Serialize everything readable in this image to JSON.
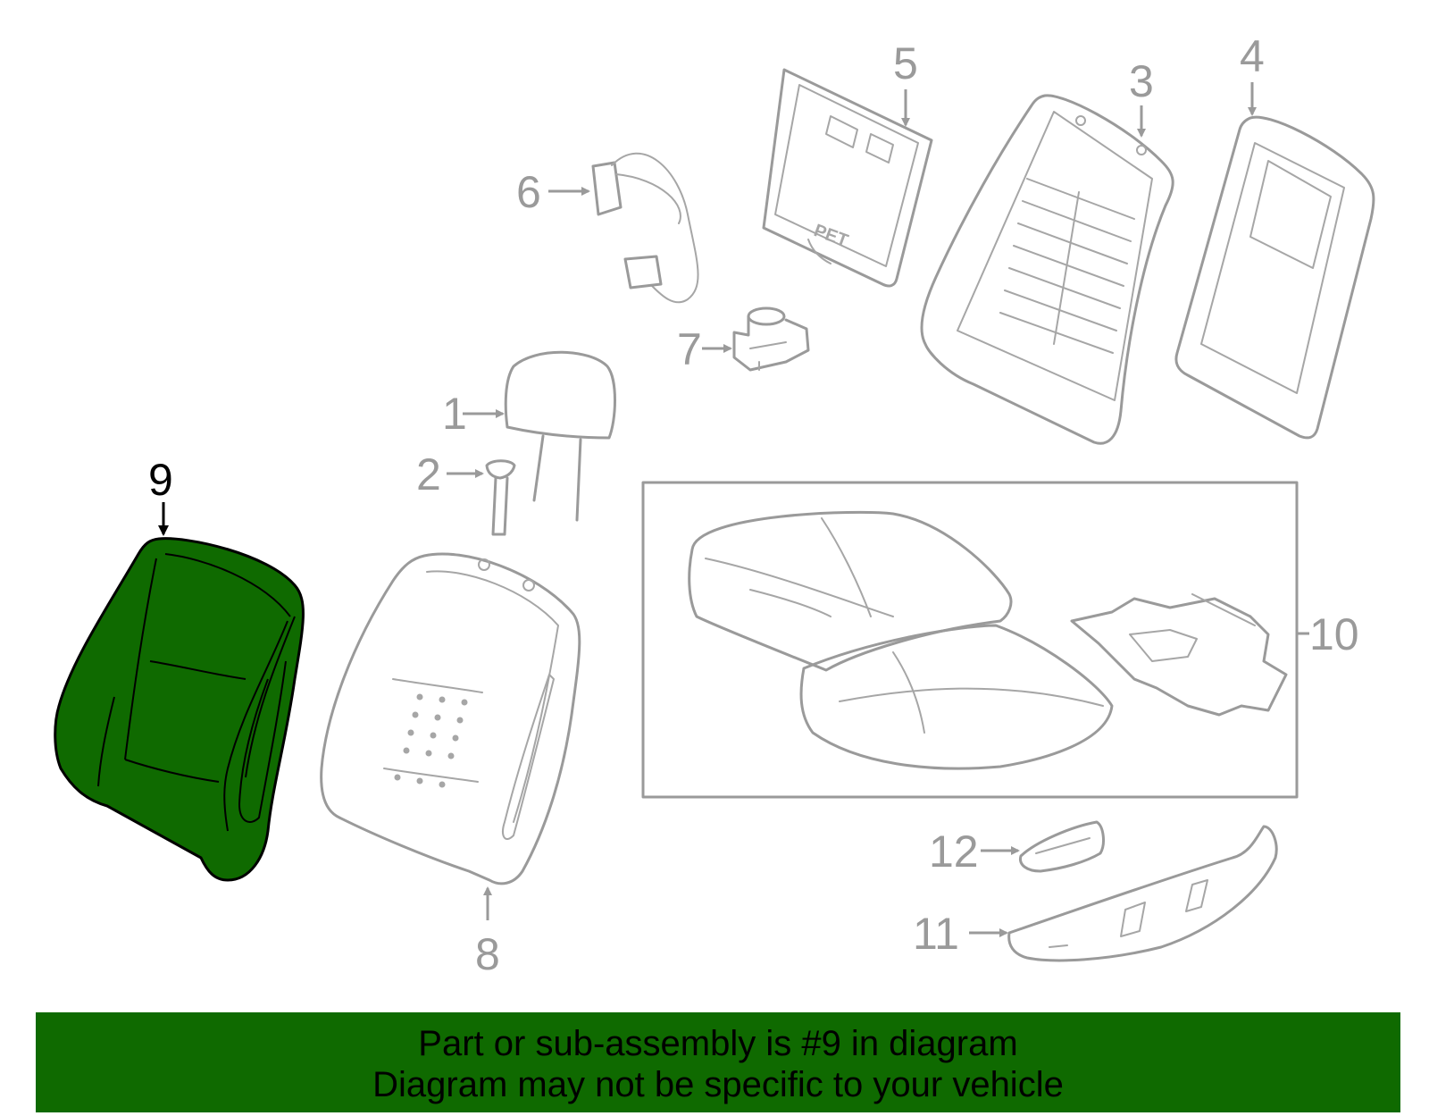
{
  "diagram": {
    "callouts": [
      {
        "id": "1",
        "label": "1"
      },
      {
        "id": "2",
        "label": "2"
      },
      {
        "id": "3",
        "label": "3"
      },
      {
        "id": "4",
        "label": "4"
      },
      {
        "id": "5",
        "label": "5"
      },
      {
        "id": "6",
        "label": "6"
      },
      {
        "id": "7",
        "label": "7"
      },
      {
        "id": "8",
        "label": "8"
      },
      {
        "id": "9",
        "label": "9"
      },
      {
        "id": "10",
        "label": "10"
      },
      {
        "id": "11",
        "label": "11"
      },
      {
        "id": "12",
        "label": "12"
      }
    ],
    "highlighted_part": "9",
    "highlight_color": "#0f6a00",
    "stamp_text": "PET"
  },
  "banner": {
    "line1": "Part or sub-assembly is #9 in diagram",
    "line2": "Diagram may not be specific to your vehicle",
    "background": "#0f6a00"
  }
}
